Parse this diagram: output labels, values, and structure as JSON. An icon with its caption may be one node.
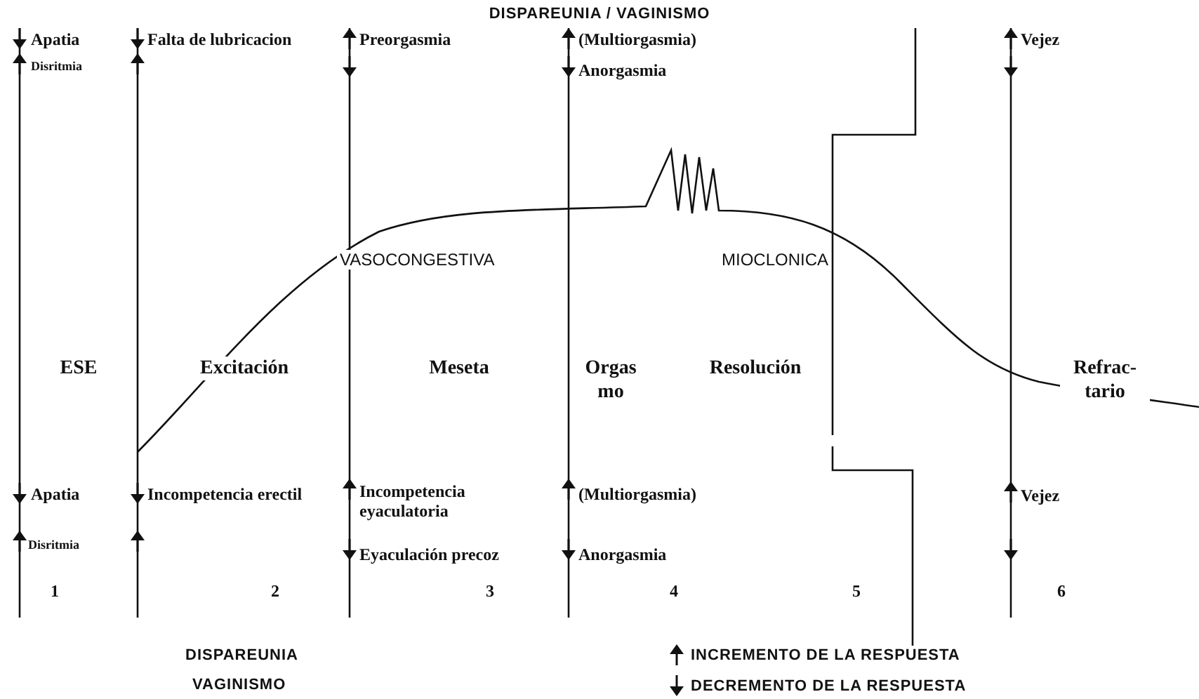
{
  "diagram": {
    "title": "DISPAREUNIA / VAGINISMO",
    "labels": [
      "Apatia",
      "Falta de lubricacion",
      "Preorgasmia",
      "(Multiorgasmia)",
      "Vejez",
      "Disritmia",
      "Anorgasmia",
      "VASOCONGESTIVA",
      "MIOCLONICA",
      "ESE",
      "Excitación",
      "Meseta",
      "Orgas mo",
      "Resolución",
      "Refrac- tario",
      "Apatia",
      "Incompetencia erectil",
      "Incompetencia eyaculatoria",
      "(Multiorgasmia)",
      "Vejez",
      "Disritmia",
      "Eyaculación precoz",
      "Anorgasmia",
      "1",
      "2",
      "3",
      "4",
      "5",
      "6",
      "DISPAREUNIA",
      "VAGINISMO"
    ],
    "legend": [
      {
        "text": "INCREMENTO DE LA RESPUESTA"
      },
      {
        "text": "DECREMENTO DE LA RESPUESTA"
      }
    ]
  }
}
